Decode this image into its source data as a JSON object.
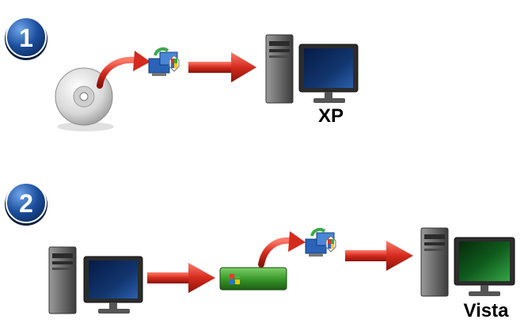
{
  "steps": [
    {
      "number": "1",
      "target_label": "XP"
    },
    {
      "number": "2",
      "target_label": "Vista"
    }
  ],
  "colors": {
    "step_badge": "#1d4f9e",
    "arrow": "#d42b1e",
    "xp_screen": "#12356e",
    "vista_screen": "#0f5a1c",
    "usb_drive": "#3a9a2a",
    "tower": "#6e6e6e"
  },
  "icons": [
    "cd-disc-icon",
    "migration-wizard-icon",
    "computer-tower-icon",
    "monitor-icon",
    "usb-drive-icon",
    "windows-logo-icon",
    "arrow-icon"
  ]
}
